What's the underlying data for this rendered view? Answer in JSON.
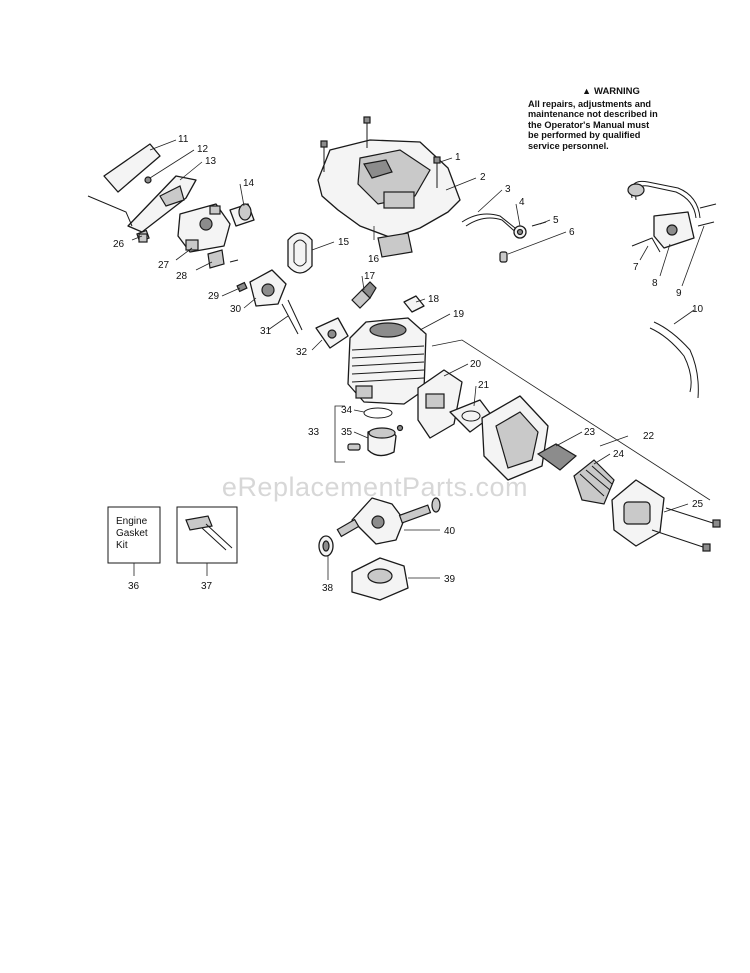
{
  "warning": {
    "title": "WARNING",
    "icon": "warning-triangle-icon",
    "lines": [
      "All repairs, adjustments and",
      "maintenance not described in",
      "the Operator's Manual must",
      "be performed by qualified",
      "service personnel."
    ]
  },
  "watermark": "eReplacementParts.com",
  "kit": {
    "line1": "Engine",
    "line2": "Gasket",
    "line3": "Kit"
  },
  "callouts": {
    "c1": "1",
    "c2": "2",
    "c3": "3",
    "c4": "4",
    "c5": "5",
    "c6": "6",
    "c7": "7",
    "c8": "8",
    "c9": "9",
    "c10": "10",
    "c11": "11",
    "c12": "12",
    "c13": "13",
    "c14": "14",
    "c15": "15",
    "c16": "16",
    "c17": "17",
    "c18": "18",
    "c19": "19",
    "c20": "20",
    "c21": "21",
    "c22": "22",
    "c23": "23",
    "c24": "24",
    "c25": "25",
    "c26": "26",
    "c27": "27",
    "c28": "28",
    "c29": "29",
    "c30": "30",
    "c31": "31",
    "c32": "32",
    "c33": "33",
    "c34": "34",
    "c35": "35",
    "c36": "36",
    "c37": "37",
    "c38": "38",
    "c39": "39",
    "c40": "40"
  }
}
